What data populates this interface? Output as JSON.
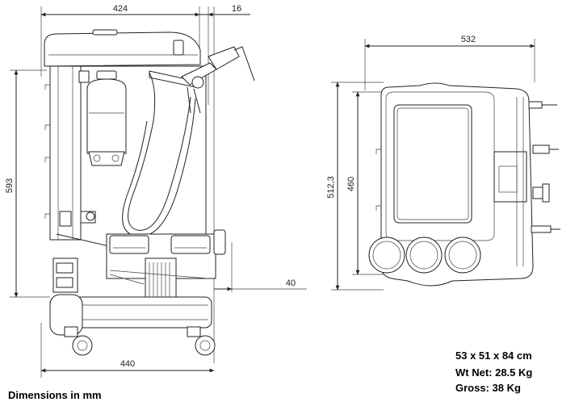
{
  "side_view": {
    "width_top": "424",
    "offset_top": "16",
    "height": "593",
    "width_bottom": "440",
    "offset_right": "40"
  },
  "top_view": {
    "width": "532",
    "depth_outer": "512,3",
    "depth_inner": "460"
  },
  "specs": {
    "size": "53 x 51 x 84 cm",
    "weight_net": "Wt Net: 28.5 Kg",
    "weight_gross": "Gross: 38 Kg"
  },
  "footer": "Dimensions in mm"
}
